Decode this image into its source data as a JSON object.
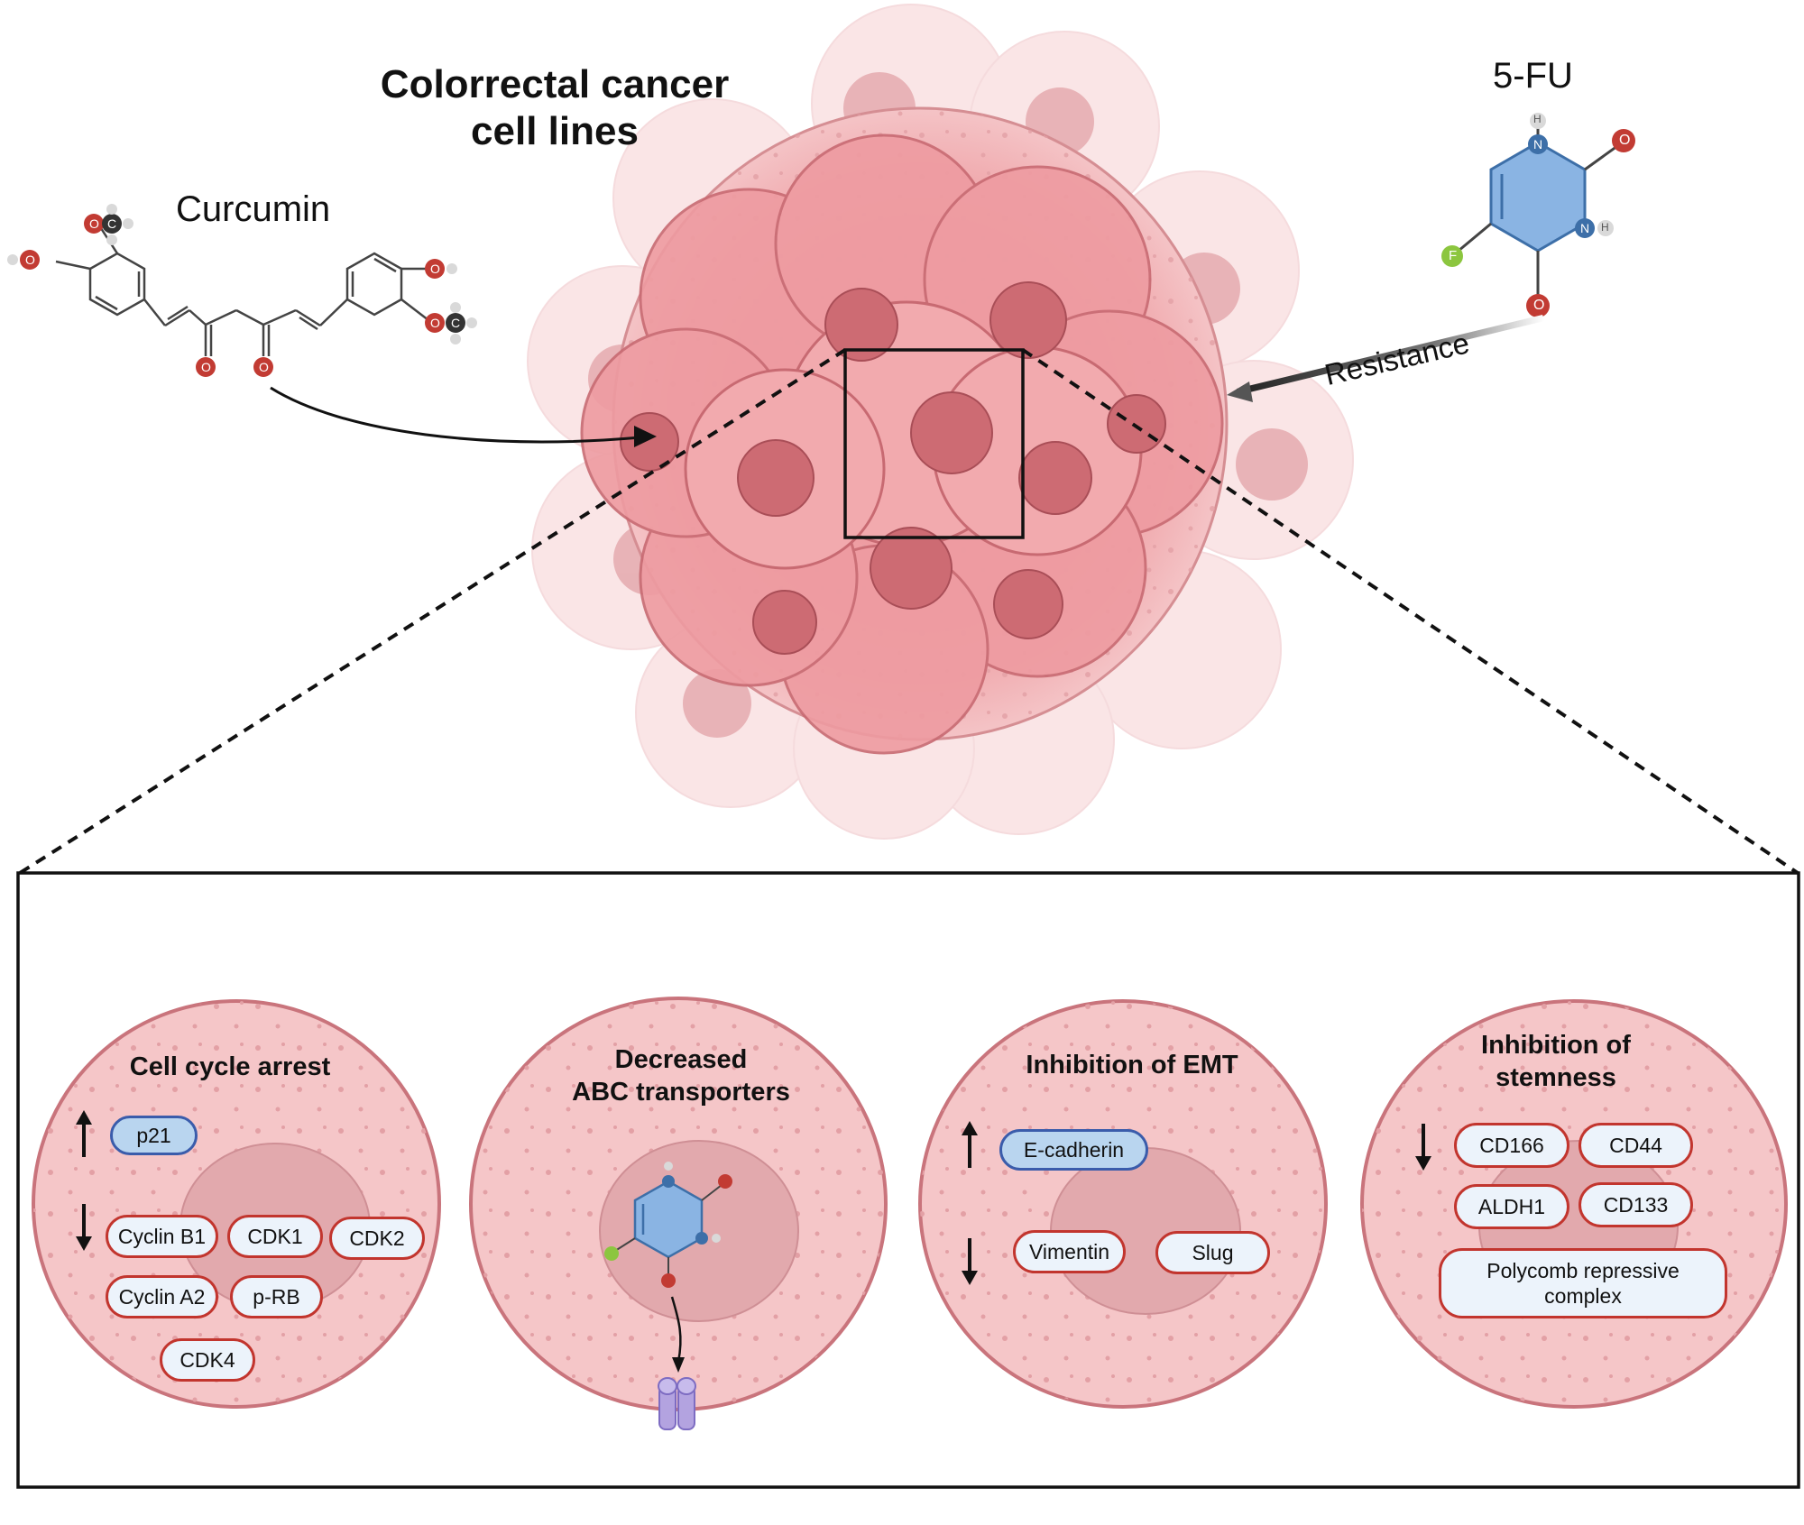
{
  "title": {
    "line1": "Colorrectal cancer",
    "line2": "cell lines"
  },
  "drugs": {
    "curcumin": "Curcumin",
    "fu": "5-FU",
    "resistance": "Resistance"
  },
  "atoms": {
    "O": "O",
    "C": "C",
    "H": "H",
    "N": "N",
    "F": "F"
  },
  "panels": [
    {
      "title": [
        "Cell cycle arrest"
      ],
      "up": [
        "p21"
      ],
      "down": [
        "Cyclin B1",
        "CDK1",
        "CDK2",
        "Cyclin A2",
        "p-RB",
        "CDK4"
      ]
    },
    {
      "title": [
        "Decreased",
        "ABC transporters"
      ]
    },
    {
      "title": [
        "Inhibition of EMT"
      ],
      "up": [
        "E-cadherin"
      ],
      "down": [
        "Vimentin",
        "Slug"
      ]
    },
    {
      "title": [
        "Inhibition of",
        "stemness"
      ],
      "down": [
        "CD166",
        "CD44",
        "ALDH1",
        "CD133",
        "Polycomb repressive complex"
      ]
    }
  ],
  "colors": {
    "cell_fill": "#f5c6c8",
    "cell_stroke": "#c9747c",
    "nucleus": "#d98f95",
    "tumor_light": "#f3cfd1",
    "tumor_mid": "#ec9ea3",
    "tumor_dark": "#c8626b",
    "pill_red": "#c2352e",
    "pill_blue": "#3a5cab",
    "fu_ring": "#8ab4e3"
  }
}
